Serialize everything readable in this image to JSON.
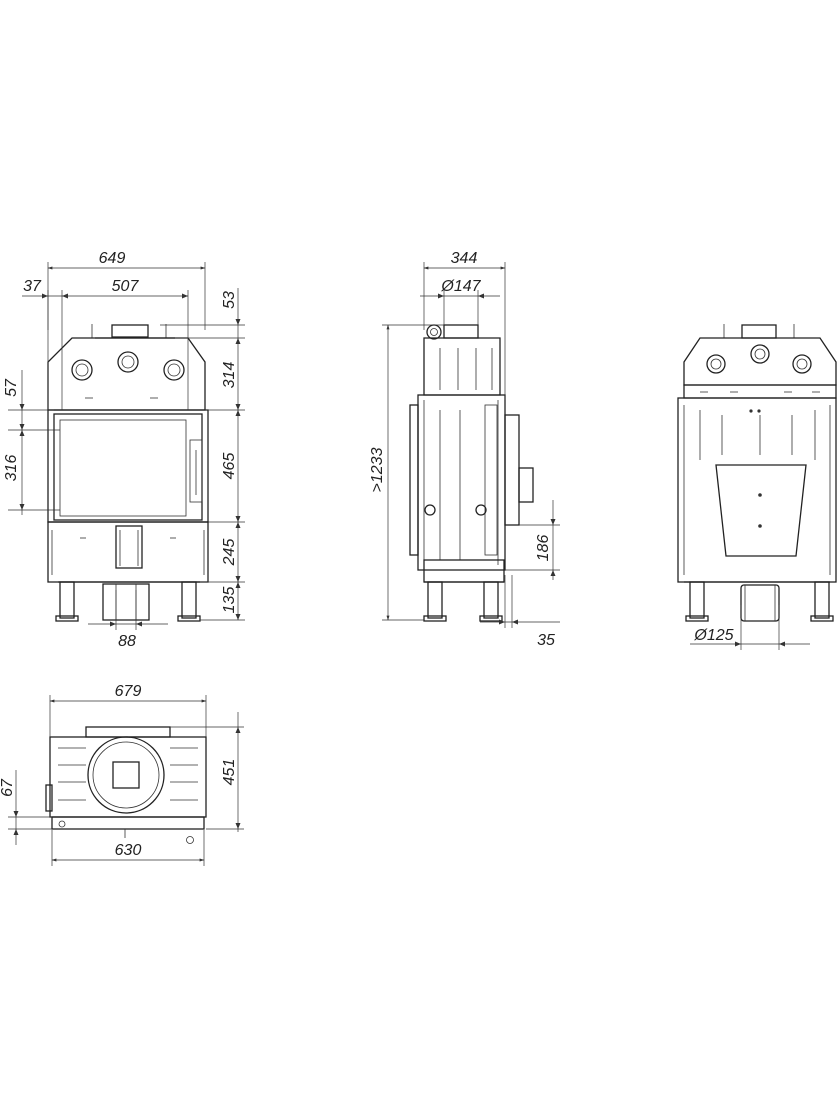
{
  "drawing": {
    "front_view": {
      "width_overall": "649",
      "side_offset": "37",
      "glass_width": "507",
      "top_offset": "53",
      "upper_height": "314",
      "glass_top_offset": "57",
      "glass_height": "316",
      "door_height": "465",
      "lower_height": "245",
      "leg_height": "135",
      "duct_width": "88"
    },
    "side_view": {
      "depth": "344",
      "outlet_diameter": "Ø147",
      "total_height": ">1233",
      "handle_height": "186",
      "handle_offset": "35"
    },
    "rear_view": {
      "air_inlet_diameter": "Ø125"
    },
    "top_view": {
      "width_overall": "679",
      "depth": "451",
      "front_offset": "67",
      "base_width": "630"
    }
  }
}
